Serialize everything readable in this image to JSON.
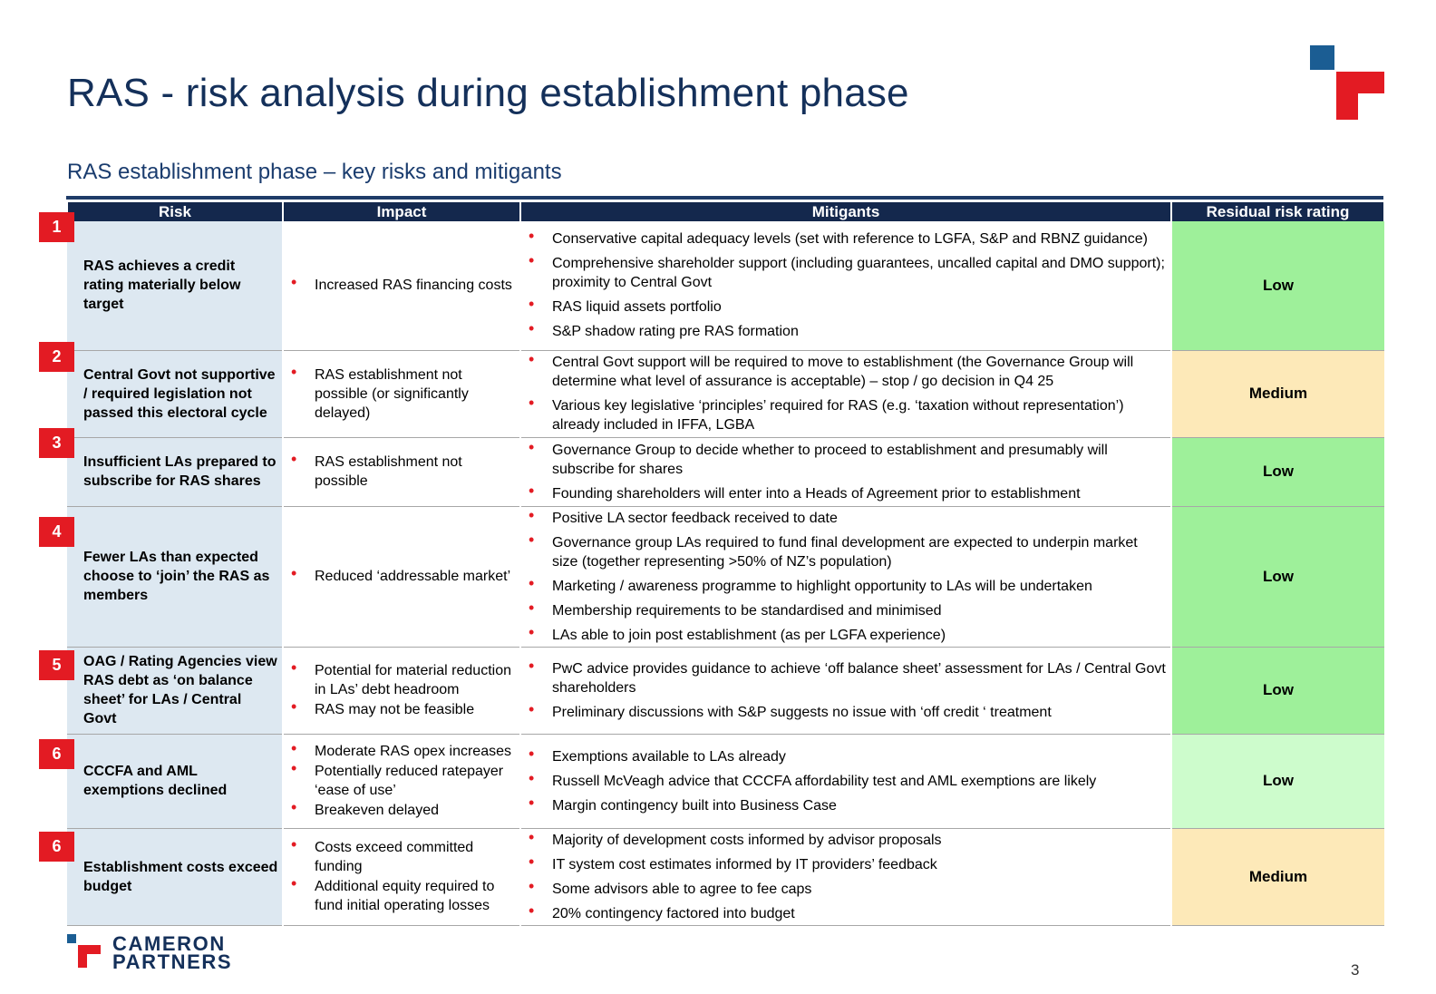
{
  "title": "RAS - risk analysis during establishment phase",
  "subtitle": "RAS establishment phase – key risks and mitigants",
  "headers": [
    "Risk",
    "Impact",
    "Mitigants",
    "Residual risk rating"
  ],
  "colors": {
    "low": "#9ef09a",
    "low_light": "#cdfccc",
    "medium": "#fde9b8",
    "accent_red": "#e31b23",
    "header_navy": "#14284d"
  },
  "rows": [
    {
      "number": "1",
      "risk": "RAS achieves a credit rating materially below target",
      "impact": [
        "Increased RAS financing costs"
      ],
      "mitigants": [
        "Conservative capital adequacy levels (set with reference to LGFA, S&P and RBNZ guidance)",
        "Comprehensive shareholder support (including guarantees, uncalled capital and DMO support); proximity to Central Govt",
        "RAS liquid assets portfolio",
        "S&P shadow rating pre RAS formation"
      ],
      "rating": "Low"
    },
    {
      "number": "2",
      "risk": "Central Govt not supportive / required legislation not passed this electoral cycle",
      "impact": [
        "RAS establishment not possible (or significantly delayed)"
      ],
      "mitigants": [
        "Central Govt support will be required to move to establishment (the Governance Group will determine what level of assurance is acceptable) – stop / go decision in Q4 25",
        "Various key legislative ‘principles’ required for RAS (e.g. ‘taxation without representation’) already included in IFFA, LGBA"
      ],
      "rating": "Medium"
    },
    {
      "number": "3",
      "risk": "Insufficient LAs prepared to subscribe for RAS shares",
      "impact": [
        "RAS establishment not possible"
      ],
      "mitigants": [
        "Governance Group to decide whether to proceed to establishment and presumably will subscribe for shares",
        "Founding shareholders will enter into a Heads of Agreement prior to establishment"
      ],
      "rating": "Low"
    },
    {
      "number": "4",
      "risk": "Fewer LAs than expected choose to ‘join’ the RAS as members",
      "impact": [
        "Reduced ‘addressable market’"
      ],
      "mitigants": [
        "Positive LA sector feedback received to date",
        "Governance group LAs required to fund final development are expected to underpin market size (together representing >50% of NZ’s population)",
        "Marketing / awareness programme to highlight opportunity to LAs will be undertaken",
        "Membership requirements to be standardised and minimised",
        "LAs able to join post establishment (as per LGFA experience)"
      ],
      "rating": "Low"
    },
    {
      "number": "5",
      "risk": "OAG / Rating Agencies view RAS debt as ‘on balance sheet’ for LAs / Central Govt",
      "impact": [
        "Potential for material reduction in LAs’ debt headroom",
        "RAS may not be feasible"
      ],
      "mitigants": [
        "PwC advice provides guidance to achieve ‘off balance sheet’ assessment for LAs / Central Govt shareholders",
        "Preliminary discussions with S&P suggests no issue with ‘off credit ‘ treatment"
      ],
      "rating": "Low"
    },
    {
      "number": "6",
      "risk": "CCCFA and AML exemptions declined",
      "impact": [
        "Moderate RAS opex increases",
        "Potentially reduced ratepayer ‘ease of use’",
        "Breakeven delayed"
      ],
      "mitigants": [
        "Exemptions available to LAs already",
        "Russell McVeagh advice that CCCFA affordability test and AML exemptions are likely",
        "Margin contingency built into Business Case"
      ],
      "rating": "Low"
    },
    {
      "number": "6",
      "risk": "Establishment costs exceed budget",
      "impact": [
        "Costs exceed committed funding",
        "Additional equity required to fund initial operating losses"
      ],
      "mitigants": [
        "Majority of development costs informed by advisor proposals",
        "IT system cost estimates informed by IT providers’ feedback",
        "Some advisors able to agree to fee caps",
        "20% contingency factored into budget"
      ],
      "rating": "Medium"
    }
  ],
  "brand": {
    "line1": "CAMERON",
    "line2": "PARTNERS"
  },
  "page_number": "3"
}
